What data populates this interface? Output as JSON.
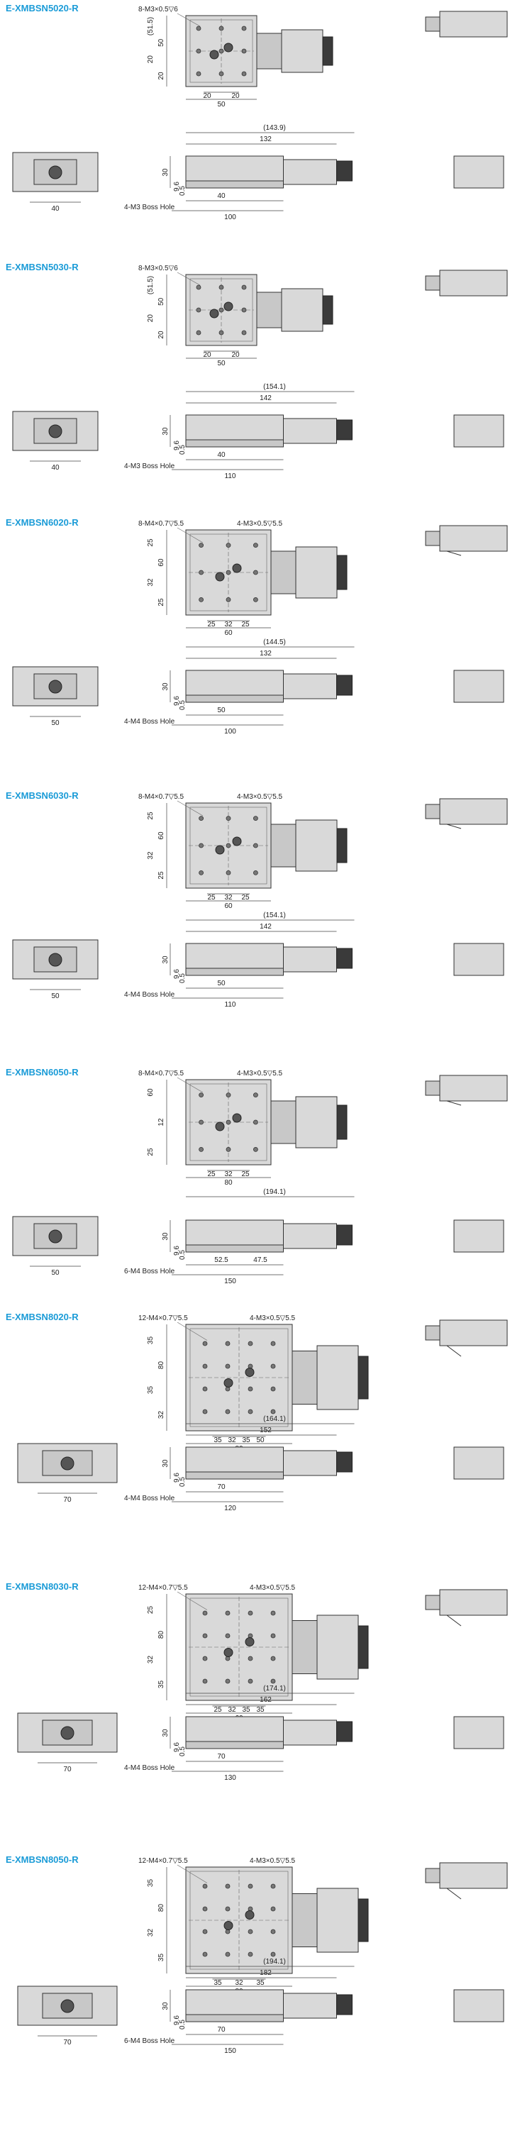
{
  "sections": [
    {
      "id": "5020",
      "title": "E-XMBSN5020-R",
      "top": {
        "note_a": "8-M3×0.5▽6",
        "note_b": "",
        "v_labels": [
          "(51.5)",
          "50",
          "20",
          "20"
        ],
        "h_labels": [
          "20",
          "20",
          "50"
        ]
      },
      "side": {
        "overall": "(143.9)",
        "rail": "132",
        "seg_a": "40",
        "total": "100",
        "height": "30",
        "h_a": "9.6",
        "h_b": "0.5",
        "boss": "4-M3 Boss Hole",
        "front_width": "40"
      }
    },
    {
      "id": "5030",
      "title": "E-XMBSN5030-R",
      "top": {
        "note_a": "8-M3×0.5▽6",
        "note_b": "",
        "v_labels": [
          "(51.5)",
          "50",
          "20",
          "20"
        ],
        "h_labels": [
          "20",
          "20",
          "50"
        ]
      },
      "side": {
        "overall": "(154.1)",
        "rail": "142",
        "seg_a": "40",
        "total": "110",
        "height": "30",
        "h_a": "9.6",
        "h_b": "0.5",
        "boss": "4-M3 Boss Hole",
        "front_width": "40"
      }
    },
    {
      "id": "6020",
      "title": "E-XMBSN6020-R",
      "top": {
        "note_a": "8-M4×0.7▽5.5",
        "note_b": "4-M3×0.5▽5.5",
        "v_labels": [
          "25",
          "60",
          "32",
          "25"
        ],
        "h_labels": [
          "25",
          "32",
          "25",
          "60"
        ]
      },
      "side": {
        "overall": "(144.5)",
        "rail": "132",
        "seg_a": "50",
        "total": "100",
        "height": "30",
        "h_a": "9.6",
        "h_b": "0.5",
        "boss": "4-M4 Boss Hole",
        "front_width": "50"
      }
    },
    {
      "id": "6030",
      "title": "E-XMBSN6030-R",
      "top": {
        "note_a": "8-M4×0.7▽5.5",
        "note_b": "4-M3×0.5▽5.5",
        "v_labels": [
          "25",
          "60",
          "32",
          "25"
        ],
        "h_labels": [
          "25",
          "32",
          "25",
          "60"
        ]
      },
      "side": {
        "overall": "(154.1)",
        "rail": "142",
        "seg_a": "50",
        "total": "110",
        "height": "30",
        "h_a": "9.6",
        "h_b": "0.5",
        "boss": "4-M4 Boss Hole",
        "front_width": "50"
      }
    },
    {
      "id": "6050",
      "title": "E-XMBSN6050-R",
      "top": {
        "note_a": "8-M4×0.7▽5.5",
        "note_b": "4-M3×0.5▽5.5",
        "v_labels": [
          "60",
          "12",
          "25"
        ],
        "h_labels": [
          "25",
          "32",
          "25",
          "80"
        ]
      },
      "side": {
        "overall": "(194.1)",
        "rail": "",
        "seg_a": "52.5",
        "seg_b": "47.5",
        "total": "150",
        "height": "30",
        "h_a": "9.6",
        "h_b": "0.5",
        "boss": "6-M4 Boss Hole",
        "front_width": "50"
      }
    },
    {
      "id": "8020",
      "title": "E-XMBSN8020-R",
      "top": {
        "note_a": "12-M4×0.7▽5.5",
        "note_b": "4-M3×0.5▽5.5",
        "v_labels": [
          "35",
          "80",
          "35",
          "32"
        ],
        "h_labels": [
          "35",
          "32",
          "35",
          "50",
          "80"
        ]
      },
      "side": {
        "overall": "(164.1)",
        "rail": "152",
        "seg_a": "70",
        "total": "120",
        "height": "30",
        "h_a": "9.6",
        "h_b": "0.5",
        "boss": "4-M4 Boss Hole",
        "front_width": "70"
      }
    },
    {
      "id": "8030",
      "title": "E-XMBSN8030-R",
      "top": {
        "note_a": "12-M4×0.7▽5.5",
        "note_b": "4-M3×0.5▽5.5",
        "v_labels": [
          "25",
          "80",
          "32",
          "35"
        ],
        "h_labels": [
          "25",
          "32",
          "35",
          "35",
          "60"
        ]
      },
      "side": {
        "overall": "(174.1)",
        "rail": "162",
        "seg_a": "70",
        "total": "130",
        "height": "30",
        "h_a": "9.6",
        "h_b": "0.5",
        "boss": "4-M4 Boss Hole",
        "front_width": "70"
      }
    },
    {
      "id": "8050",
      "title": "E-XMBSN8050-R",
      "top": {
        "note_a": "12-M4×0.7▽5.5",
        "note_b": "4-M3×0.5▽5.5",
        "v_labels": [
          "35",
          "80",
          "32",
          "35"
        ],
        "h_labels": [
          "35",
          "32",
          "35",
          "80"
        ]
      },
      "side": {
        "overall": "(194.1)",
        "rail": "182",
        "seg_a": "70",
        "total": "150",
        "height": "30",
        "h_a": "9.6",
        "h_b": "0.5",
        "boss": "6-M4 Boss Hole",
        "front_width": "70"
      }
    }
  ]
}
